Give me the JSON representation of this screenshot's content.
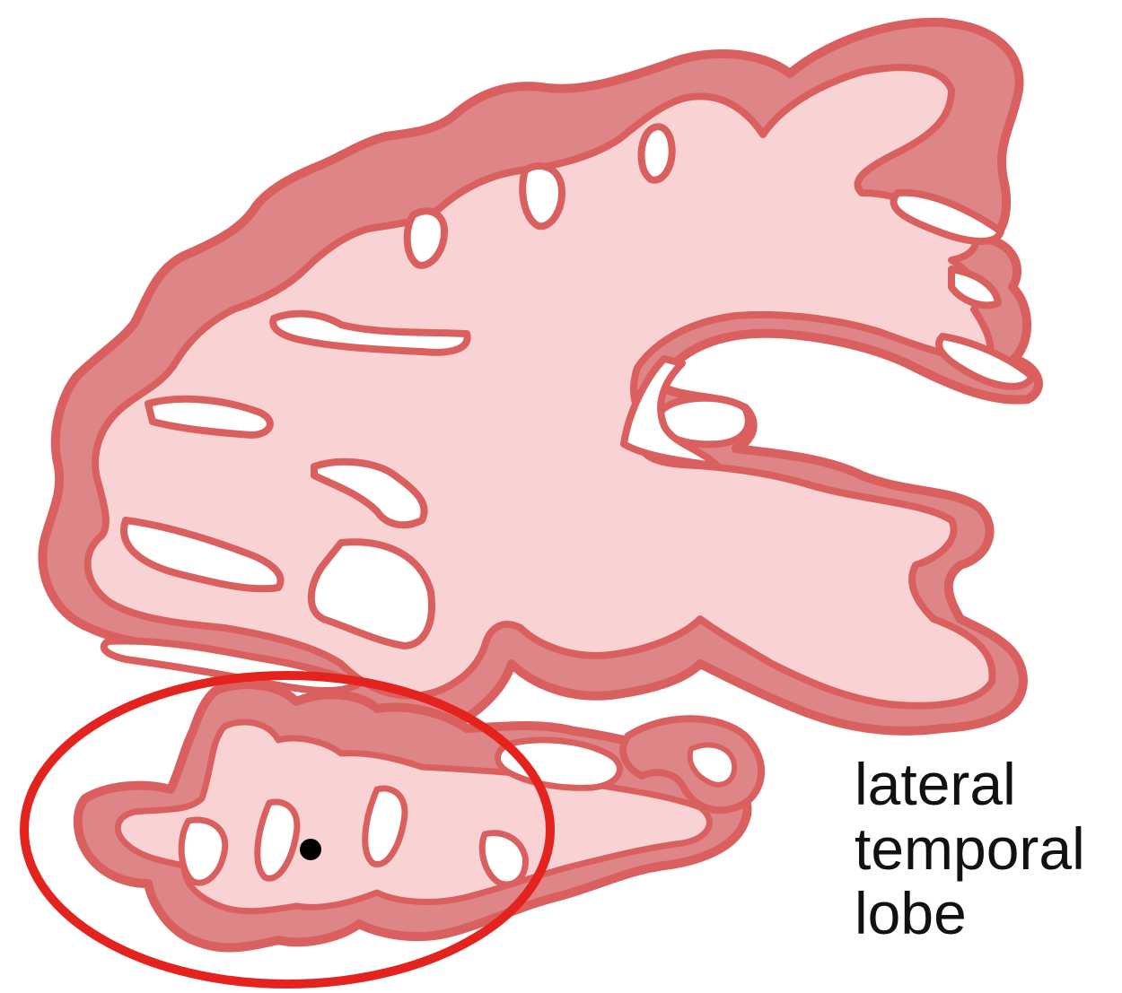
{
  "label": {
    "lines": [
      "lateral",
      "temporal",
      "lobe"
    ]
  },
  "colors": {
    "white_matter": "#f9d3d4",
    "gray_matter": "#de8687",
    "outline": "#d9605f",
    "highlight_ring": "#e4231f",
    "marker": "#000000",
    "text": "#111111"
  }
}
